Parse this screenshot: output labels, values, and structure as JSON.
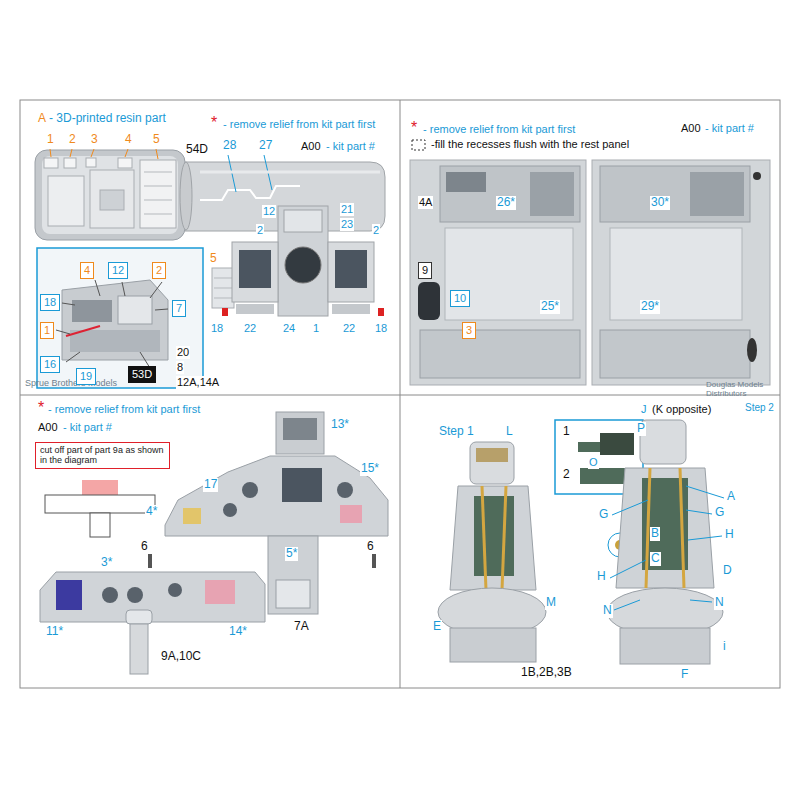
{
  "diagram": {
    "nodes": [
      {
        "text": [
          "4"
        ]
      },
      {
        "text": [
          "12"
        ]
      },
      {
        "text": [
          "2"
        ]
      },
      {
        "text": [
          "18"
        ]
      },
      {
        "text": [
          "7"
        ]
      },
      {
        "text": [
          "1"
        ]
      },
      {
        "text": [
          "16"
        ]
      },
      {
        "text": [
          "19"
        ]
      },
      {
        "text": [
          "53D"
        ]
      },
      {
        "text": [
          "9"
        ]
      },
      {
        "text": [
          "10"
        ]
      },
      {
        "text": [
          "3"
        ]
      },
      {
        "text": [
          "cut off part of part 9a as shown in the diagram"
        ]
      }
    ],
    "labels": [
      "A",
      "- 3D-printed resin part",
      "1",
      "2",
      "3",
      "4",
      "5",
      "*",
      "- remove relief from kit part first",
      "54D",
      "28",
      "27",
      "A00",
      "- kit part #",
      "20",
      "8",
      "12A,14A",
      "12",
      "21",
      "23",
      "5",
      "2",
      "2",
      "18",
      "22",
      "24",
      "1",
      "22",
      "18",
      "Sprue Brothers Models",
      "*",
      "- remove relief from kit part first",
      "A00",
      "- kit part #",
      "-fill the recesses flush with the rest panel",
      "4A",
      "26*",
      "30*",
      "25*",
      "29*",
      "Douglas Models Distributors",
      "*",
      "- remove relief from kit part first",
      "A00",
      "- kit part #",
      "13*",
      "4*",
      "17",
      "15*",
      "6",
      "6",
      "5*",
      "3*",
      "11*",
      "14*",
      "9A,10C",
      "7A",
      "Step 1",
      "Step 2",
      "J",
      "(K opposite)",
      "L",
      "1",
      "O",
      "P",
      "2",
      "B",
      "C",
      "E",
      "M",
      "1B,2B,3B",
      "A",
      "G",
      "G",
      "H",
      "H",
      "N",
      "N",
      "D",
      "F",
      "i"
    ]
  }
}
